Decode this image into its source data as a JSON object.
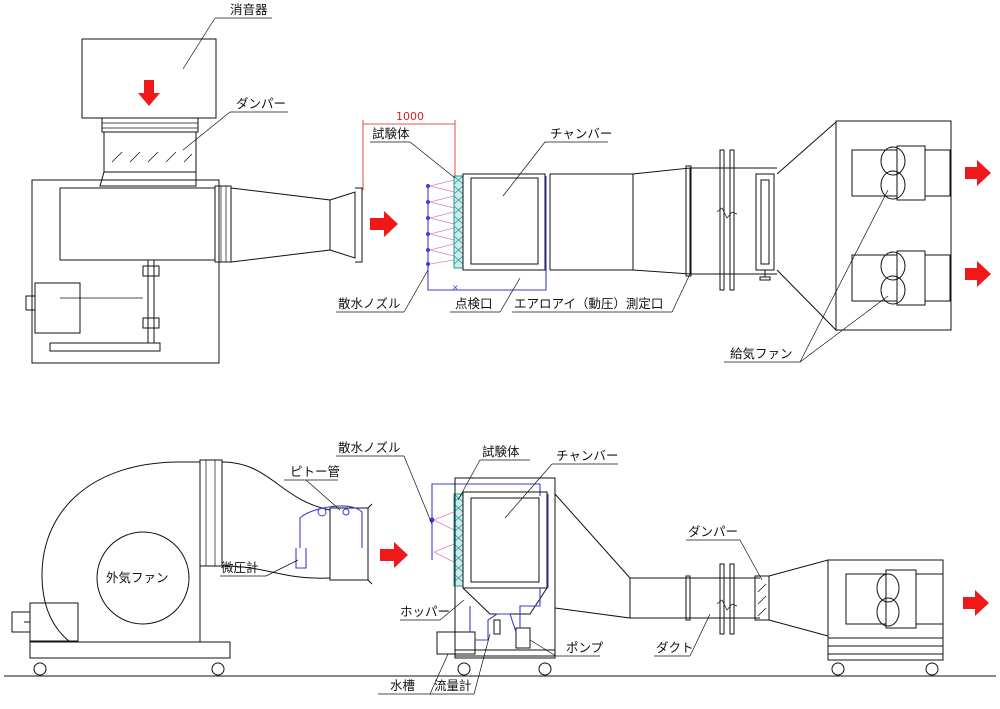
{
  "colors": {
    "flow_arrow": "#f01818",
    "water_pipe": "#3b3bd6",
    "specimen": "#1a9a9a",
    "spray": "#e080c0",
    "dimension": "#d42020"
  },
  "top_diagram": {
    "dimension": "1000",
    "labels": {
      "silencer": "消音器",
      "damper": "ダンパー",
      "specimen": "試験体",
      "chamber": "チャンバー",
      "spray_nozzle": "散水ノズル",
      "inspection_port": "点検口",
      "aero_eye": "エアロアイ（動圧）測定口",
      "supply_fan": "給気ファン"
    }
  },
  "bottom_diagram": {
    "labels": {
      "spray_nozzle": "散水ノズル",
      "specimen": "試験体",
      "chamber": "チャンバー",
      "pitot_tube": "ピトー管",
      "outdoor_fan": "外気ファン",
      "micro_manometer": "微圧計",
      "damper": "ダンパー",
      "hopper": "ホッパー",
      "pump": "ポンプ",
      "duct": "ダクト",
      "water_tank": "水槽",
      "flow_meter": "流量計"
    }
  }
}
